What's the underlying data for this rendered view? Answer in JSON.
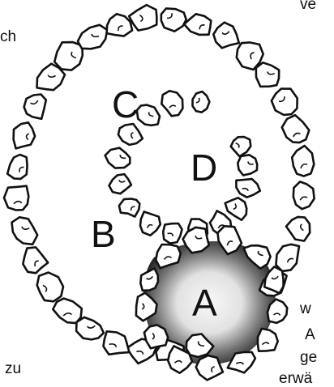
{
  "text_fragments": {
    "top_right": "ve",
    "left_top": "ch",
    "right_w": "w",
    "right_a": "A",
    "right_ge": "ge",
    "right_erwa": "erwä",
    "left_bottom": "zu"
  },
  "diagram": {
    "labels": {
      "A": "A",
      "B": "B",
      "C": "C",
      "D": "D"
    },
    "colors": {
      "ink": "#111111",
      "stone_fill": "#ffffff",
      "shade": "#1a1a1a"
    }
  }
}
